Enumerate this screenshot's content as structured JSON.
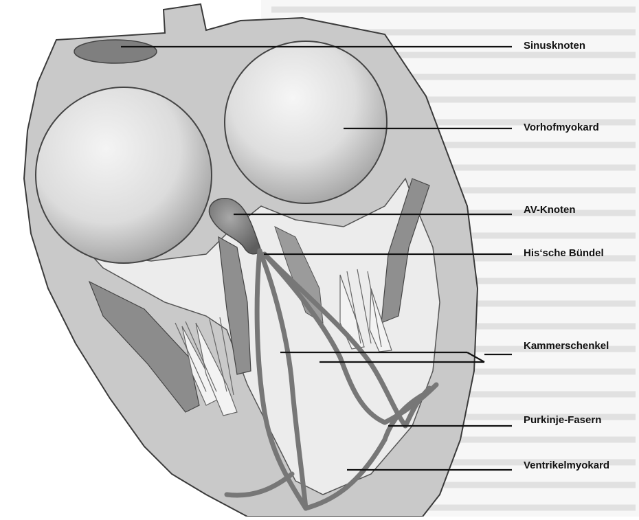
{
  "labels": {
    "sinusknoten": "Sinusknoten",
    "vorhofmyokard": "Vorhofmyokard",
    "av_knoten": "AV-Knoten",
    "his_buendel": "His‘sche Bündel",
    "kammerschenkel": "Kammerschenkel",
    "purkinje": "Purkinje-Fasern",
    "ventrikelmyokard": "Ventrikelmyokard"
  },
  "colors": {
    "wall": "#c8c8c8",
    "chamber": "#ededed",
    "conduction": "#7a7a7a",
    "muscle": "#8e8e8e",
    "outline": "#3a3a3a",
    "leader": "#111111"
  }
}
